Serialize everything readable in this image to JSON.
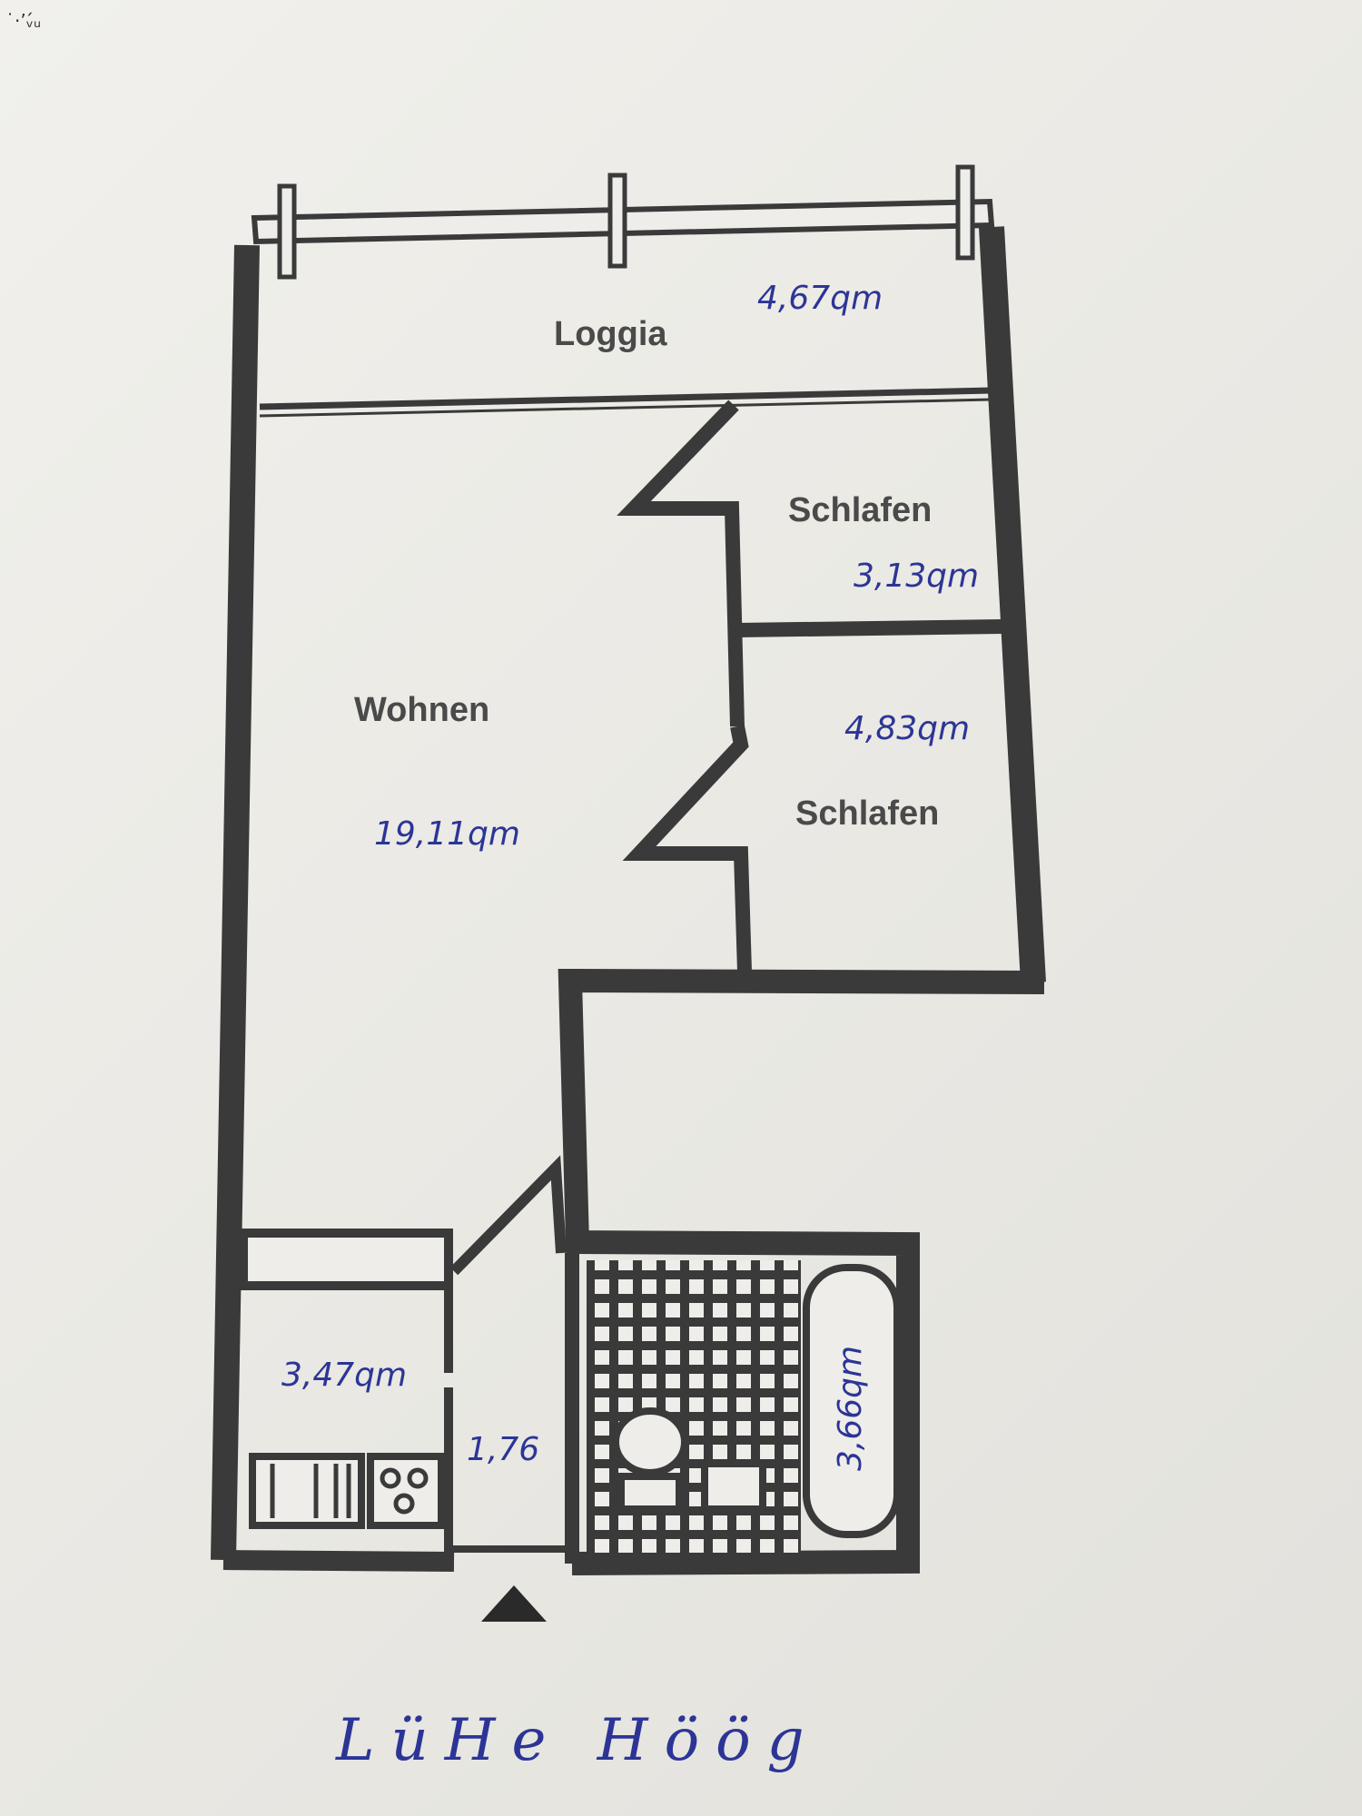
{
  "corner_scribble": "˙·’ᵥ́ᵤ",
  "rooms": {
    "loggia": {
      "label": "Loggia",
      "area": "4,67qm"
    },
    "schlafen1": {
      "label": "Schlafen",
      "area": "3,13qm"
    },
    "schlafen2": {
      "label": "Schlafen",
      "area": "4,83qm"
    },
    "wohnen": {
      "label": "Wohnen",
      "area": "19,11qm"
    },
    "kitchen": {
      "area": "3,47qm"
    },
    "hall": {
      "area": "1,76"
    },
    "bath": {
      "area": "3,66qm"
    }
  },
  "caption": "LüHe Höög",
  "colors": {
    "wall": "#3a3a3a",
    "ink": "#2c3596",
    "paper": "#eeede9"
  }
}
